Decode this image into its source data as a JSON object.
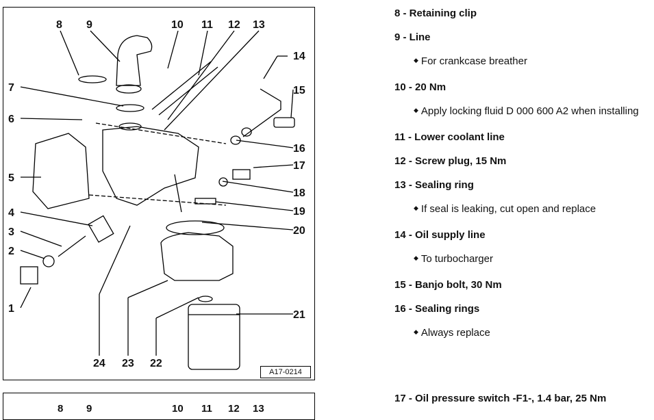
{
  "diagram": {
    "callouts": [
      "8",
      "9",
      "10",
      "11",
      "12",
      "13",
      "14",
      "15",
      "7",
      "6",
      "16",
      "17",
      "5",
      "18",
      "19",
      "4",
      "20",
      "3",
      "2",
      "21",
      "1",
      "24",
      "23",
      "22"
    ],
    "reference": "A17-0214"
  },
  "legend": [
    {
      "title": "8 - Retaining clip"
    },
    {
      "title": "9 - Line",
      "note": "For crankcase breather"
    },
    {
      "title": "10 - 20 Nm",
      "note": "Apply locking fluid D 000 600 A2 when installing"
    },
    {
      "title": "11 - Lower coolant line"
    },
    {
      "title": "12 - Screw plug, 15 Nm"
    },
    {
      "title": "13 - Sealing ring",
      "note": "If seal is leaking, cut open and replace"
    },
    {
      "title": "14 - Oil supply line",
      "note": "To turbocharger"
    },
    {
      "title": "15 - Banjo bolt, 30 Nm"
    },
    {
      "title": "16 - Sealing rings",
      "note": "Always replace"
    },
    {
      "title": "17 - Oil pressure switch -F1-, 1.4 bar, 25 Nm"
    }
  ],
  "second_diagram": {
    "callouts": [
      "8",
      "9",
      "10",
      "11",
      "12",
      "13"
    ]
  }
}
